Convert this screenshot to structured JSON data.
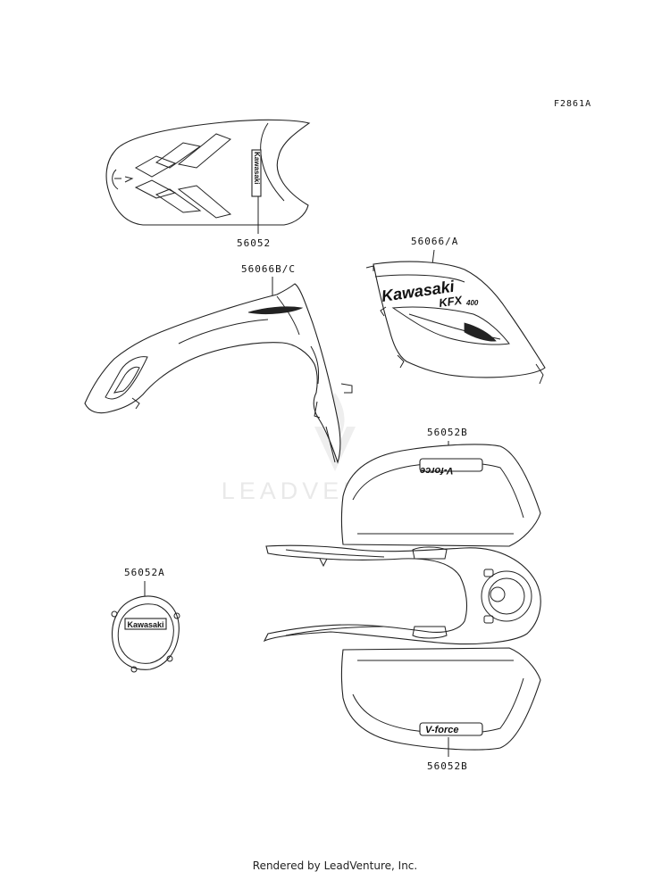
{
  "diagram": {
    "code": "F2861A",
    "watermark": "LEADVENTURE",
    "footer": "Rendered by LeadVenture, Inc."
  },
  "parts": {
    "front_fender_decal": "56052",
    "front_fender_side": "56066B/C",
    "side_cover": "56066/A",
    "rear_fender_upper": "56052B",
    "engine_cover": "56052A",
    "rear_fender_lower": "56052B"
  },
  "decals": {
    "kawasaki": "Kawasaki",
    "model": "KFX",
    "model_suffix": "400",
    "brand_vertical": "Kawasaki",
    "vforce_upper": "V-force",
    "vforce_lower": "V-force",
    "engine_kawasaki": "Kawasaki"
  }
}
